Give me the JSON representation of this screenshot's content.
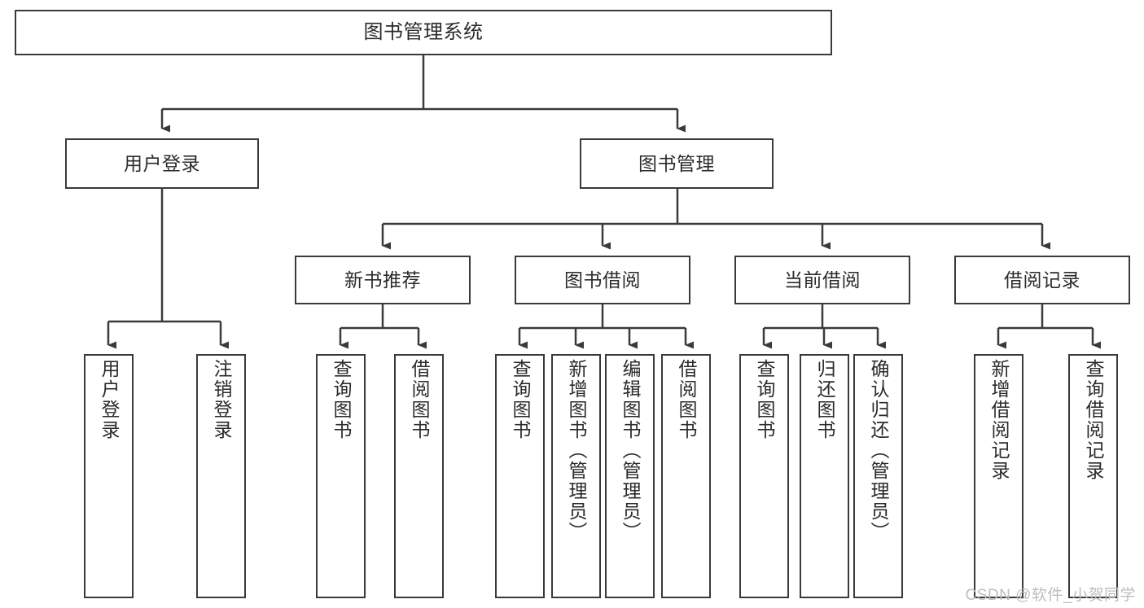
{
  "diagram": {
    "type": "tree-hierarchy",
    "title": "图书管理系统",
    "watermark": "CSDN @软件_小贺同学",
    "stroke_color": "#3a3a3a",
    "fill_color": "#ffffff",
    "text_color": "#2b2b2b",
    "watermark_color": "#bdbdbd",
    "nodes": {
      "root": {
        "label": "图书管理系统",
        "orientation": "horizontal"
      },
      "level1": [
        {
          "id": "user-login",
          "label": "用户登录",
          "orientation": "horizontal"
        },
        {
          "id": "book-management",
          "label": "图书管理",
          "orientation": "horizontal"
        }
      ],
      "level2": [
        {
          "id": "new-book-recommend",
          "label": "新书推荐",
          "orientation": "horizontal"
        },
        {
          "id": "book-borrow",
          "label": "图书借阅",
          "orientation": "horizontal"
        },
        {
          "id": "current-borrow",
          "label": "当前借阅",
          "orientation": "horizontal"
        },
        {
          "id": "borrow-record",
          "label": "借阅记录",
          "orientation": "horizontal"
        }
      ],
      "leaves": [
        {
          "id": "leaf-user-login",
          "label": "用户登录",
          "parent": "user-login",
          "orientation": "vertical"
        },
        {
          "id": "leaf-logout-login",
          "label": "注销登录",
          "parent": "user-login",
          "orientation": "vertical"
        },
        {
          "id": "leaf-query-book-1",
          "label": "查询图书",
          "parent": "new-book-recommend",
          "orientation": "vertical"
        },
        {
          "id": "leaf-borrow-book-1",
          "label": "借阅图书",
          "parent": "new-book-recommend",
          "orientation": "vertical"
        },
        {
          "id": "leaf-query-book-2",
          "label": "查询图书",
          "parent": "book-borrow",
          "orientation": "vertical"
        },
        {
          "id": "leaf-add-book",
          "label": "新增图书（管理员）",
          "parent": "book-borrow",
          "orientation": "vertical"
        },
        {
          "id": "leaf-edit-book",
          "label": "编辑图书（管理员）",
          "parent": "book-borrow",
          "orientation": "vertical"
        },
        {
          "id": "leaf-borrow-book-2",
          "label": "借阅图书",
          "parent": "book-borrow",
          "orientation": "vertical"
        },
        {
          "id": "leaf-query-book-3",
          "label": "查询图书",
          "parent": "current-borrow",
          "orientation": "vertical"
        },
        {
          "id": "leaf-return-book",
          "label": "归还图书",
          "parent": "current-borrow",
          "orientation": "vertical"
        },
        {
          "id": "leaf-confirm-return",
          "label": "确认归还（管理员）",
          "parent": "current-borrow",
          "orientation": "vertical"
        },
        {
          "id": "leaf-add-record",
          "label": "新增借阅记录",
          "parent": "borrow-record",
          "orientation": "vertical"
        },
        {
          "id": "leaf-query-record",
          "label": "查询借阅记录",
          "parent": "borrow-record",
          "orientation": "vertical"
        }
      ]
    }
  }
}
